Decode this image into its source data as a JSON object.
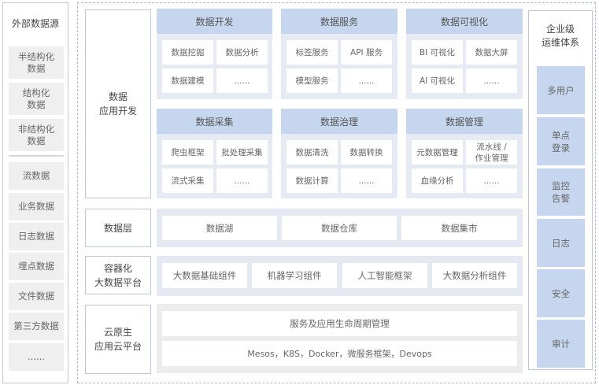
{
  "external_sources": {
    "title": "外部数据源",
    "group1": [
      "半结构化\n数据",
      "结构化\n数据",
      "非结构化\n数据"
    ],
    "group2": [
      "流数据",
      "业务数据",
      "日志数据",
      "埋点数据",
      "文件数据",
      "第三方数据",
      "......"
    ]
  },
  "layers": {
    "app_dev": {
      "label": "数据\n应用开发"
    },
    "data_layer": {
      "label": "数据层"
    },
    "container": {
      "label": "容器化\n大数据平台"
    },
    "cloud": {
      "label": "云原生\n应用云平台"
    }
  },
  "app_groups": [
    {
      "title": "数据开发",
      "items": [
        "数据挖掘",
        "数据分析",
        "数据建模",
        "......"
      ]
    },
    {
      "title": "数据服务",
      "items": [
        "标签服务",
        "API 服务",
        "模型服务",
        "......"
      ]
    },
    {
      "title": "数据可视化",
      "items": [
        "BI 可视化",
        "数据大屏",
        "AI 可视化",
        "......"
      ]
    },
    {
      "title": "数据采集",
      "items": [
        "爬虫框架",
        "批处理采集",
        "流式采集",
        "......"
      ]
    },
    {
      "title": "数据治理",
      "items": [
        "数据清洗",
        "数据转换",
        "数据计算",
        "......"
      ]
    },
    {
      "title": "数据管理",
      "items": [
        "元数据管理",
        "流水线 /\n作业管理",
        "血缘分析",
        "......"
      ]
    }
  ],
  "data_layer_items": [
    "数据湖",
    "数据仓库",
    "数据集市"
  ],
  "container_items": [
    "大数据基础组件",
    "机器学习组件",
    "人工智能框架",
    "大数据分析组件"
  ],
  "cloud_items": [
    "服务及应用生命周期管理",
    "Mesos，K8S，Docker，微服务框架，Devops"
  ],
  "ops": {
    "title": "企业级\n运维体系",
    "items": [
      "多用户",
      "单点\n登录",
      "监控\n告警",
      "日志",
      "安全",
      "审计"
    ]
  },
  "colors": {
    "group_header": "#c5d6ee",
    "group_body": "#e6ebf3",
    "label_border": "#b9c6dc",
    "ext_item": "#efefef"
  }
}
